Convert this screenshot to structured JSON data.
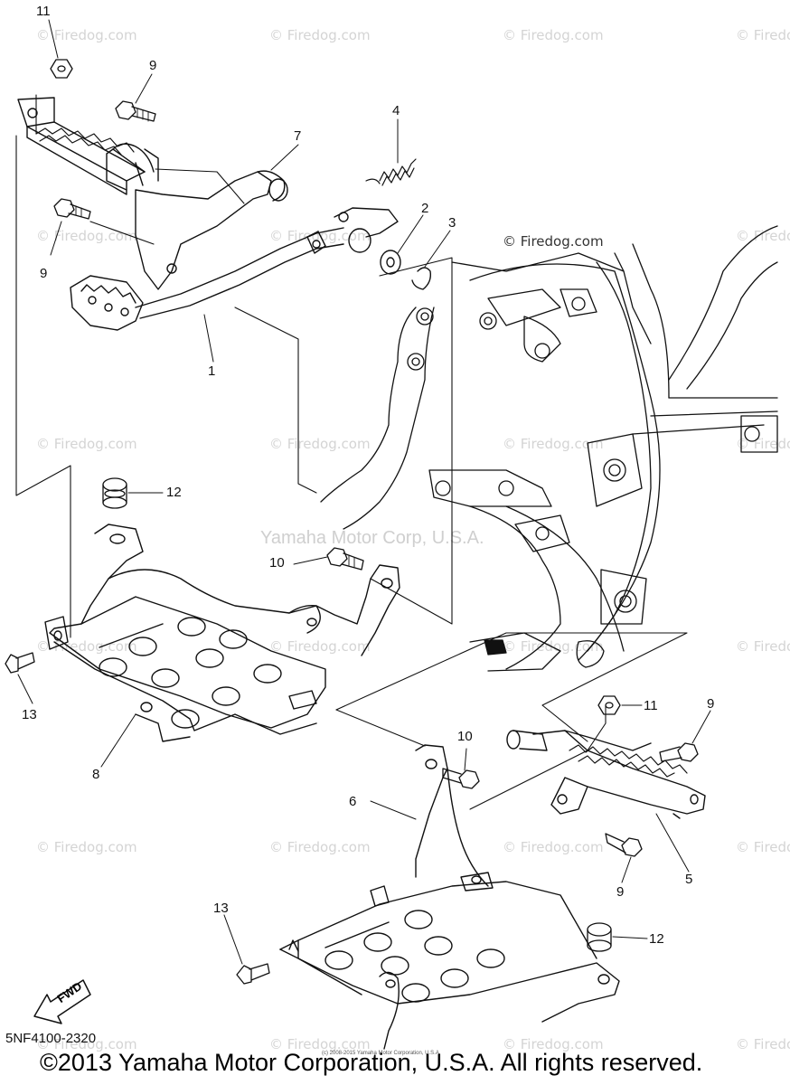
{
  "watermarks": {
    "repeat_text": "© Firedog.com",
    "main_text": "© Firedog.com",
    "center_text": "Yamaha Motor Corp, U.S.A."
  },
  "callouts": {
    "c1": "1",
    "c2": "2",
    "c3": "3",
    "c4": "4",
    "c5": "5",
    "c6": "6",
    "c7": "7",
    "c8": "8",
    "c9a": "9",
    "c9b": "9",
    "c9c": "9",
    "c9d": "9",
    "c10a": "10",
    "c10b": "10",
    "c11a": "11",
    "c11b": "11",
    "c12a": "12",
    "c12b": "12",
    "c13a": "13",
    "c13b": "13"
  },
  "fwd_label": "FWD",
  "part_number": "5NF4100-2320",
  "small_credit": "(c) 2008-2015 Yamaha Motor Corporation, U.S.A.",
  "copyright": "©2013 Yamaha Motor Corporation, U.S.A. All rights reserved."
}
